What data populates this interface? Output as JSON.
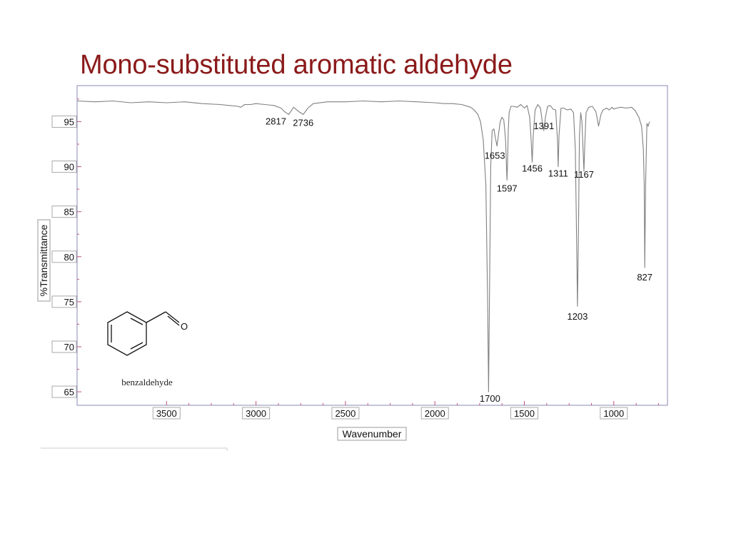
{
  "slide": {
    "title": "Mono-substituted aromatic aldehyde",
    "title_color": "#8b1a1a"
  },
  "chart_data": {
    "type": "line",
    "title": "",
    "xlabel": "Wavenumber",
    "ylabel": "%Transmittance",
    "xlim": [
      4000,
      700
    ],
    "ylim": [
      63.5,
      99
    ],
    "x_ticks": [
      3500,
      3000,
      2500,
      2000,
      1500,
      1000
    ],
    "y_ticks": [
      65,
      70,
      75,
      80,
      85,
      90,
      95
    ],
    "grid": false,
    "line_color": "#808080",
    "frame_color": "#8a8ab4",
    "series": [
      {
        "x": [
          4000,
          3900,
          3800,
          3700,
          3600,
          3500,
          3400,
          3300,
          3200,
          3150,
          3100,
          3086,
          3063,
          3030,
          3000,
          2950,
          2900,
          2860,
          2840,
          2817,
          2790,
          2760,
          2736,
          2710,
          2680,
          2600,
          2500,
          2400,
          2300,
          2200,
          2100,
          2000,
          1950,
          1900,
          1850,
          1800,
          1780,
          1760,
          1745,
          1730,
          1715,
          1705,
          1700,
          1695,
          1688,
          1680,
          1670,
          1662,
          1653,
          1645,
          1635,
          1625,
          1615,
          1605,
          1600,
          1597,
          1594,
          1590,
          1585,
          1575,
          1560,
          1540,
          1520,
          1500,
          1485,
          1470,
          1462,
          1456,
          1450,
          1440,
          1425,
          1410,
          1400,
          1391,
          1382,
          1370,
          1355,
          1340,
          1325,
          1315,
          1311,
          1306,
          1295,
          1280,
          1260,
          1240,
          1225,
          1215,
          1208,
          1203,
          1198,
          1192,
          1185,
          1178,
          1172,
          1167,
          1162,
          1155,
          1140,
          1120,
          1100,
          1085,
          1072,
          1060,
          1040,
          1025,
          1010,
          1000,
          985,
          960,
          930,
          900,
          880,
          860,
          845,
          835,
          830,
          827,
          822,
          815,
          808,
          800
        ],
        "y": [
          97.3,
          97.2,
          97.3,
          97.1,
          97.2,
          97.1,
          97.2,
          97.0,
          96.9,
          96.8,
          96.7,
          96.6,
          96.9,
          96.9,
          97.0,
          96.9,
          96.8,
          96.5,
          96.1,
          95.8,
          96.6,
          96.1,
          95.8,
          96.5,
          97.0,
          97.2,
          97.2,
          97.3,
          97.2,
          97.3,
          97.2,
          97.1,
          97.0,
          97.0,
          96.9,
          96.6,
          96.3,
          95.8,
          95.0,
          93.0,
          88.0,
          75.0,
          65.0,
          75.0,
          90.0,
          94.0,
          94.2,
          93.2,
          92.3,
          93.5,
          95.0,
          95.5,
          95.2,
          93.0,
          90.0,
          88.5,
          90.5,
          94.0,
          96.0,
          96.7,
          96.7,
          96.6,
          96.9,
          96.5,
          96.8,
          95.5,
          93.0,
          90.5,
          93.5,
          96.3,
          96.9,
          96.5,
          95.0,
          94.0,
          95.5,
          96.7,
          96.8,
          96.4,
          96.3,
          93.0,
          90.0,
          93.5,
          96.5,
          96.5,
          96.3,
          96.4,
          96.0,
          92.0,
          82.0,
          74.5,
          82.0,
          93.5,
          96.0,
          95.0,
          92.0,
          89.5,
          92.5,
          96.0,
          96.6,
          96.7,
          96.1,
          94.5,
          95.8,
          96.3,
          96.5,
          96.3,
          96.6,
          96.4,
          96.5,
          96.6,
          96.5,
          96.6,
          96.2,
          95.5,
          94.5,
          92.0,
          88.0,
          78.8,
          88.0,
          94.8,
          94.5,
          95.0
        ]
      }
    ],
    "annotations": [
      {
        "text": "2817",
        "x": 2817,
        "y": 95.8
      },
      {
        "text": "2736",
        "x": 2736,
        "y": 95.8
      },
      {
        "text": "1653",
        "x": 1653,
        "y": 92.3
      },
      {
        "text": "1391",
        "x": 1391,
        "y": 94.0
      },
      {
        "text": "1456",
        "x": 1456,
        "y": 90.5
      },
      {
        "text": "1597",
        "x": 1597,
        "y": 88.5
      },
      {
        "text": "1311",
        "x": 1311,
        "y": 90.0
      },
      {
        "text": "1167",
        "x": 1167,
        "y": 89.5
      },
      {
        "text": "827",
        "x": 827,
        "y": 78.8
      },
      {
        "text": "1203",
        "x": 1203,
        "y": 74.5
      },
      {
        "text": "1700",
        "x": 1700,
        "y": 65.0
      }
    ]
  },
  "molecule": {
    "name": "benzaldehyde",
    "oxygen_symbol": "O"
  }
}
